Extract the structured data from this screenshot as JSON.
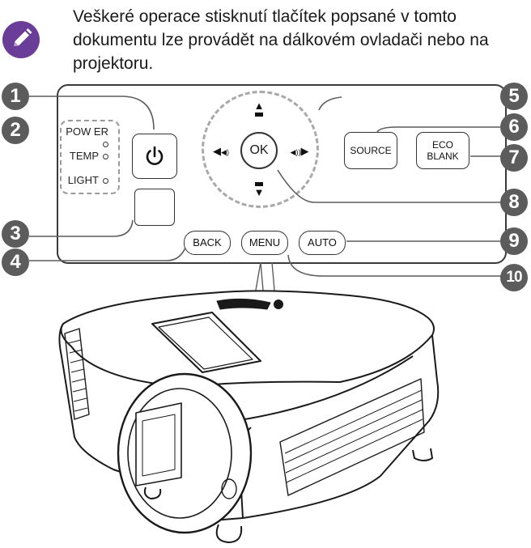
{
  "note": {
    "icon": "pencil-icon",
    "text": "Veškeré operace stisknutí tlačítek popsané v tomto dokumentu lze provádět na dálkovém ovladači nebo na projektoru."
  },
  "leds": {
    "power": "POW ER",
    "temp": "TEMP",
    "light": "LIGHT"
  },
  "buttons": {
    "ok": "OK",
    "source": "SOURCE",
    "eco_blank_line1": "ECO",
    "eco_blank_line2": "BLANK",
    "back": "BACK",
    "menu": "MENU",
    "auto": "AUTO"
  },
  "icons": {
    "power": "power-icon",
    "up": "arrow-up-icon",
    "down": "arrow-down-icon",
    "left": "arrow-left-volume-down-icon",
    "right": "arrow-right-volume-up-icon"
  },
  "callouts": [
    "1",
    "2",
    "3",
    "4",
    "5",
    "6",
    "7",
    "8",
    "9",
    "10"
  ],
  "colors": {
    "callout_fill": "#5c5c5c",
    "note_icon": "#6a3d99",
    "dashed_outline": "#a9a9a9"
  }
}
